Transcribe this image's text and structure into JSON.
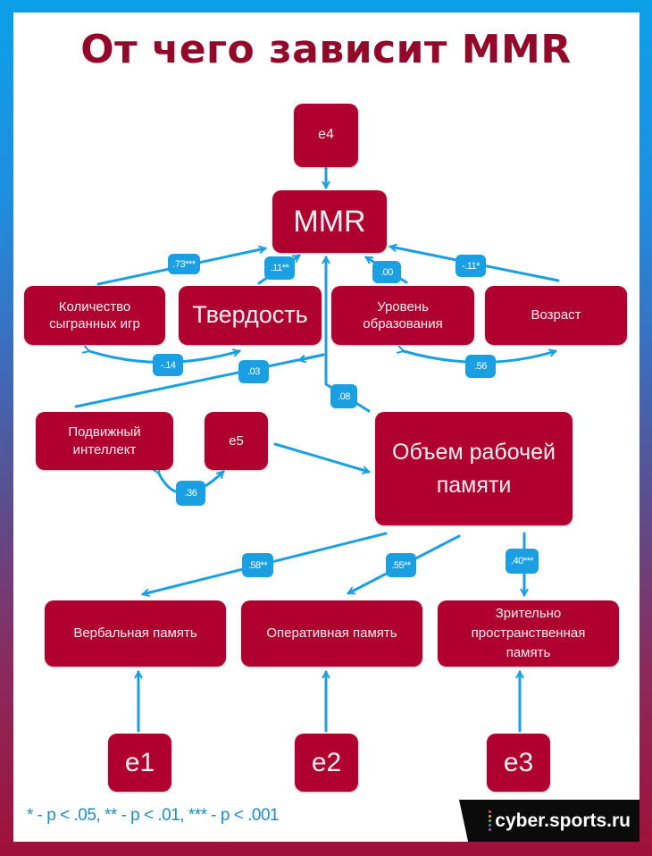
{
  "title": "От чего зависит MMR",
  "nodes": {
    "e4": "e4",
    "mmr": "MMR",
    "games": "Количество сыгранных игр",
    "hardness": "Твердость",
    "education": "Уровень образования",
    "age": "Возраст",
    "fluid": "Подвижный интеллект",
    "e5": "e5",
    "wm": "Объем рабочей памяти",
    "verbal": "Вербальная память",
    "operative": "Оперативная память",
    "visuospatial": "Зрительно пространственная память",
    "e1": "e1",
    "e2": "e2",
    "e3": "e3"
  },
  "coefficients": {
    "games_mmr": ".73***",
    "hardness_mmr": ".11**",
    "education_mmr": ".00",
    "age_mmr": "-.11*",
    "games_hardness": "-.14",
    "fluid_mmr": ".03",
    "wm_mmr": ".08",
    "education_age": ".56",
    "fluid_e5": ".36",
    "wm_verbal": ".58**",
    "wm_operative": ".55**",
    "wm_visuospatial": ".40***"
  },
  "legend": "* - p < .05, ** - p < .01, *** - p < .001",
  "brand": "cyber.sports.ru",
  "colors": {
    "node": "#b0002f",
    "title": "#93092a",
    "arrow": "#1b9fe3",
    "legend": "#1d8cc6"
  }
}
